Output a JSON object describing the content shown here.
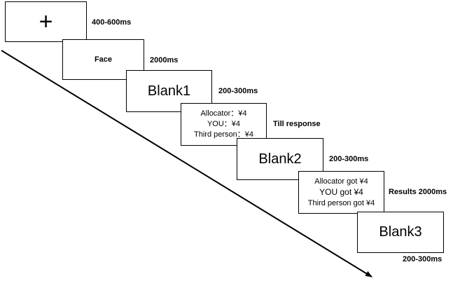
{
  "frames": [
    {
      "id": "fixation",
      "lines": [
        "+"
      ],
      "duration": "400-600ms"
    },
    {
      "id": "face",
      "lines": [
        "Face"
      ],
      "duration": "2000ms"
    },
    {
      "id": "blank1",
      "lines": [
        "Blank1"
      ],
      "duration": "200-300ms"
    },
    {
      "id": "offer",
      "lines": [
        "Allocator：¥4",
        "YOU：¥4",
        "Third person：¥4"
      ],
      "duration": "Till response"
    },
    {
      "id": "blank2",
      "lines": [
        "Blank2"
      ],
      "duration": "200-300ms"
    },
    {
      "id": "results",
      "lines": [
        "Allocator got ¥4",
        "YOU got ¥4",
        "Third person got ¥4"
      ],
      "duration": "Results 2000ms"
    },
    {
      "id": "blank3",
      "lines": [
        "Blank3"
      ],
      "duration": "200-300ms"
    }
  ]
}
